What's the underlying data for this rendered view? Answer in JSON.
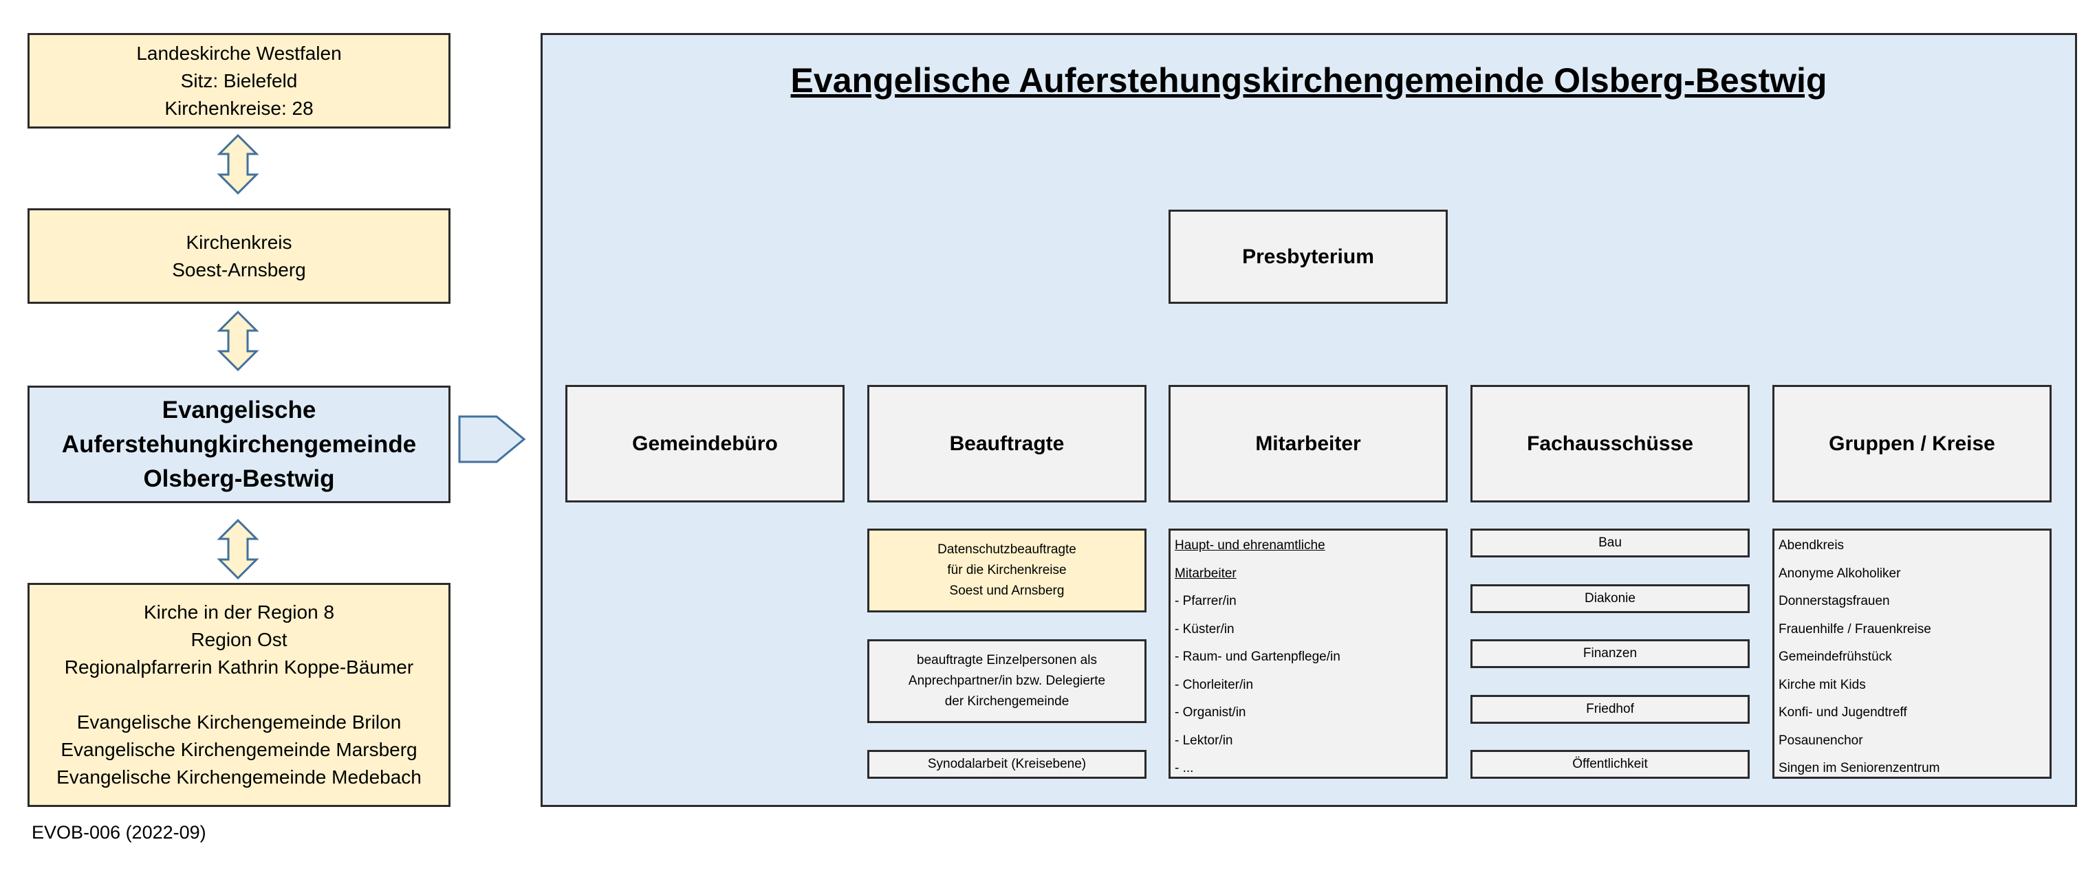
{
  "left": {
    "landeskirche": [
      "Landeskirche Westfalen",
      "Sitz: Bielefeld",
      "Kirchenkreise: 28"
    ],
    "kirchenkreis": [
      "Kirchenkreis",
      "Soest-Arnsberg"
    ],
    "gemeinde": [
      "Evangelische",
      "Auferstehungkirchengemeinde",
      "Olsberg-Bestwig"
    ],
    "region": [
      "Kirche in der Region 8",
      "Region Ost",
      "Regionalpfarrerin Kathrin Koppe-Bäumer",
      "",
      "Evangelische Kirchengemeinde Brilon",
      "Evangelische Kirchengemeinde Marsberg",
      "Evangelische Kirchengemeinde Medebach"
    ],
    "doc_code": "EVOB-006 (2022-09)"
  },
  "main": {
    "title": "Evangelische Auferstehungskirchengemeinde Olsberg-Bestwig",
    "presbyterium": "Presbyterium",
    "columns": [
      "Gemeindebüro",
      "Beauftragte",
      "Mitarbeiter",
      "Fachausschüsse",
      "Gruppen / Kreise"
    ],
    "beauftragte": {
      "datenschutz": [
        "Datenschutzbeauftragte",
        "für die Kirchenkreise",
        "Soest und Arnsberg"
      ],
      "einzelpersonen": [
        "beauftragte Einzelpersonen als",
        "Anprechpartner/in bzw. Delegierte",
        "der Kirchengemeinde"
      ],
      "synodal": "Synodalarbeit (Kreisebene)"
    },
    "mitarbeiter": {
      "heading": [
        "Haupt- und ehrenamtliche",
        "Mitarbeiter"
      ],
      "items": [
        "- Pfarrer/in",
        "- Küster/in",
        "- Raum- und Gartenpflege/in",
        "- Chorleiter/in",
        "- Organist/in",
        "- Lektor/in",
        "- ..."
      ]
    },
    "fachausschuesse": [
      "Bau",
      "Diakonie",
      "Finanzen",
      "Friedhof",
      "Öffentlichkeit"
    ],
    "gruppen": [
      "Abendkreis",
      "Anonyme Alkoholiker",
      "Donnerstagsfrauen",
      "Frauenhilfe / Frauenkreise",
      "Gemeindefrühstück",
      "Kirche mit Kids",
      "Konfi- und Jugendtreff",
      "Posaunenchor",
      "Singen im Seniorenzentrum"
    ]
  },
  "colors": {
    "yellow_fill": "#fff2cc",
    "blue_fill": "#deebf7",
    "grey_fill": "#f2f2f2",
    "connector_stroke": "#41719c"
  }
}
